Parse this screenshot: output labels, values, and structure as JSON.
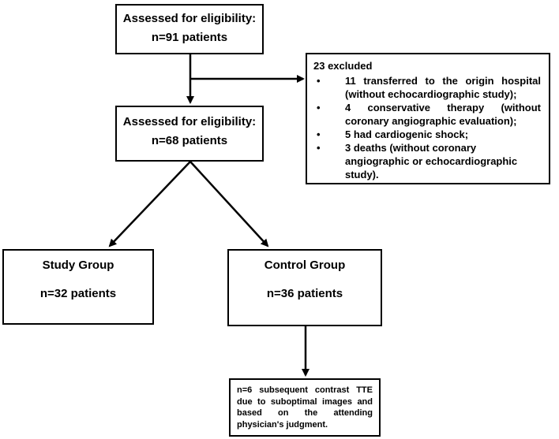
{
  "box1": {
    "line1": "Assessed for eligibility:",
    "line2": "n=91 patients"
  },
  "excluded": {
    "title": "23 excluded",
    "items": [
      "11 transferred to the origin hospital (without echocardiographic study);",
      "4 conservative therapy (without coronary angiographic evaluation);",
      "5 had cardiogenic shock;",
      "3 deaths (without coronary angiographic or echocardiographic study)."
    ]
  },
  "box2": {
    "line1": "Assessed for eligibility:",
    "line2": "n=68 patients"
  },
  "study": {
    "title": "Study Group",
    "count": "n=32 patients"
  },
  "control": {
    "title": "Control Group",
    "count": "n=36 patients"
  },
  "contrast": {
    "text": "n=6 subsequent contrast TTE due to suboptimal images and based on the attending physician's judgment."
  }
}
